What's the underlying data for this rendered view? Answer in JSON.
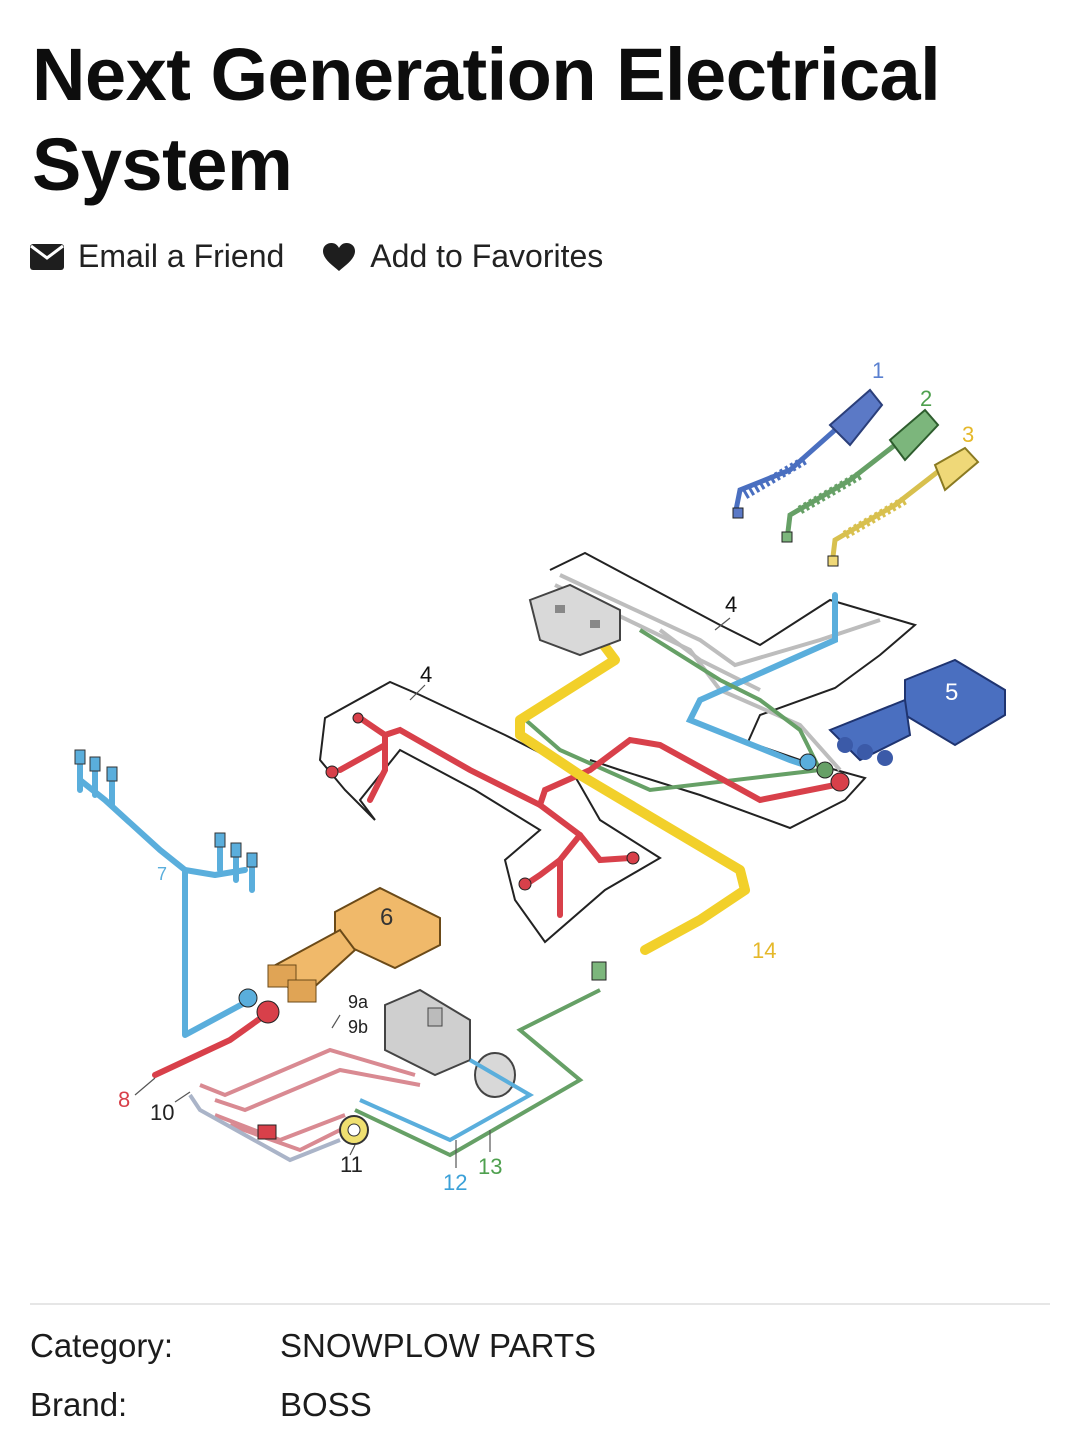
{
  "product": {
    "title": "Next Generation Electrical System"
  },
  "actions": {
    "email": {
      "label": "Email a Friend",
      "icon": "envelope-icon"
    },
    "favorites": {
      "label": "Add to Favorites",
      "icon": "heart-icon"
    }
  },
  "diagram": {
    "callouts": {
      "c1": "1",
      "c2": "2",
      "c3": "3",
      "c4a": "4",
      "c4b": "4",
      "c5": "5",
      "c6": "6",
      "c7": "7",
      "c8": "8",
      "c9a": "9a",
      "c9b": "9b",
      "c10": "10",
      "c11": "11",
      "c12": "12",
      "c13": "13",
      "c14": "14"
    },
    "colors": {
      "blue": "#5aaedc",
      "red": "#d8404a",
      "green": "#66a066",
      "yellow": "#f2d02a",
      "orange": "#f0b96a",
      "navy": "#4a6fc0"
    }
  },
  "details": {
    "category": {
      "label": "Category:",
      "value": "SNOWPLOW PARTS"
    },
    "brand": {
      "label": "Brand:",
      "value": "BOSS"
    }
  }
}
